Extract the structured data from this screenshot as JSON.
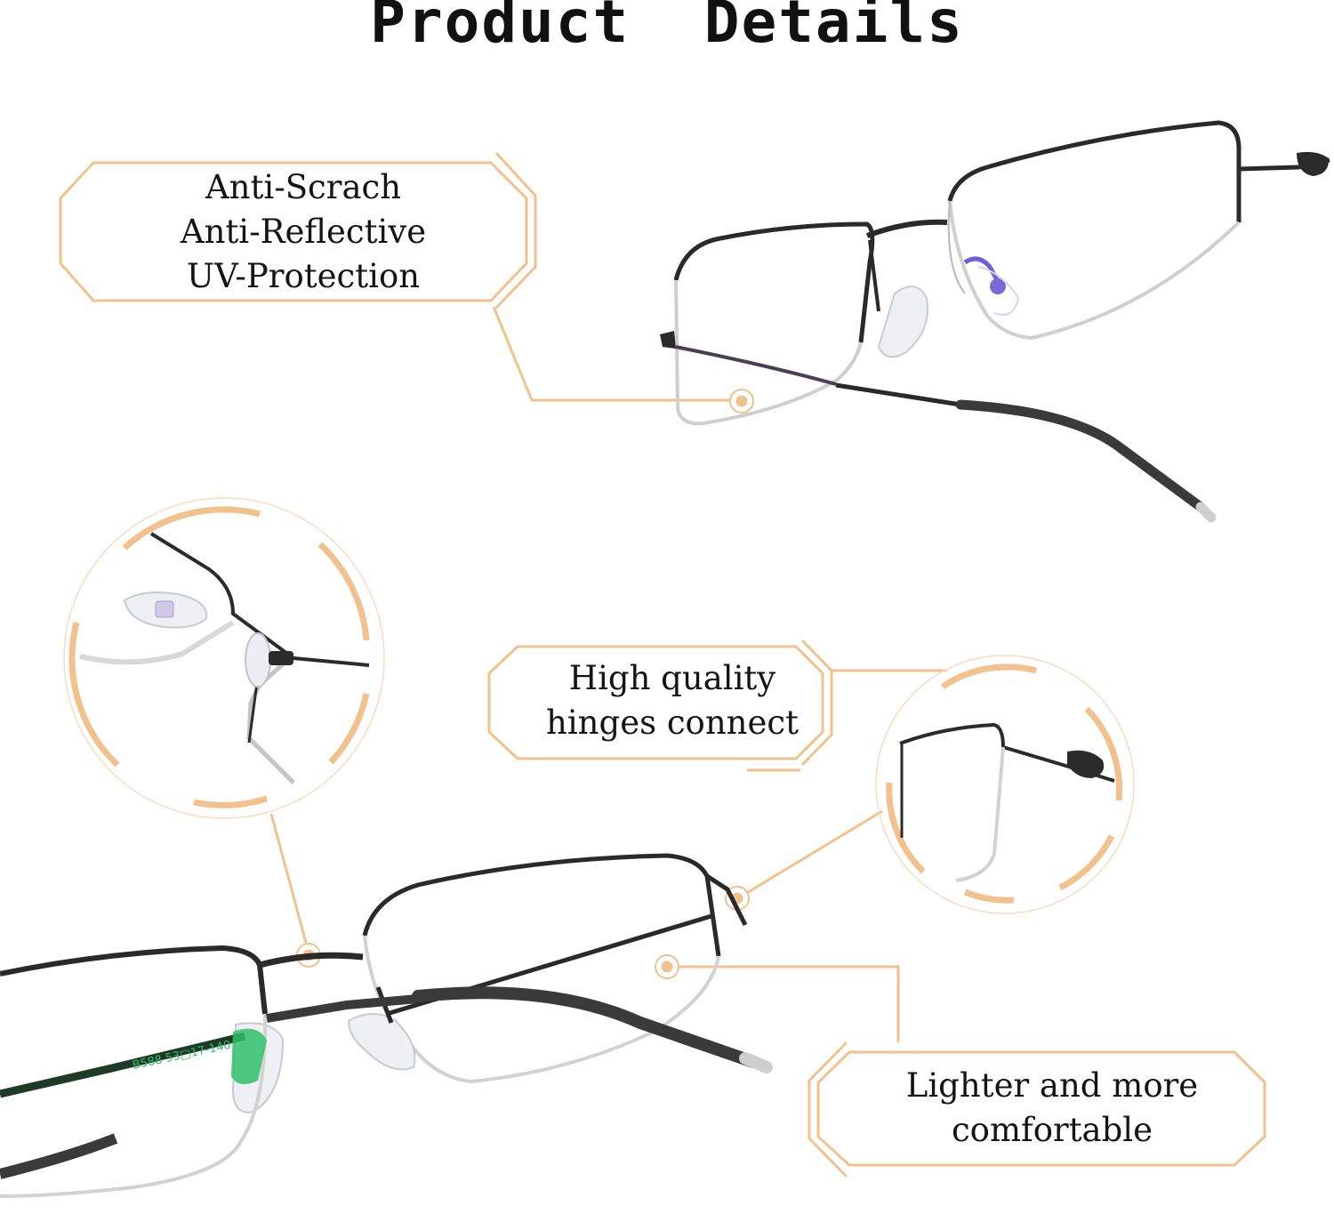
{
  "header": {
    "title": "Product  Details"
  },
  "callouts": {
    "lens_coatings": {
      "lines": [
        "Anti-Scrach",
        "Anti-Reflective",
        "UV-Protection"
      ]
    },
    "hinges": {
      "lines": [
        "High quality",
        "hinges connect"
      ]
    },
    "weight": {
      "lines": [
        "Lighter and more",
        "comfortable"
      ]
    }
  },
  "temple_marking": "B588  53□17-140",
  "colors": {
    "accent": "#F2C28E",
    "accent_line": "#F0C090",
    "frame": "#2A2A2A",
    "text": "#141414",
    "background": "#FFFFFF"
  }
}
